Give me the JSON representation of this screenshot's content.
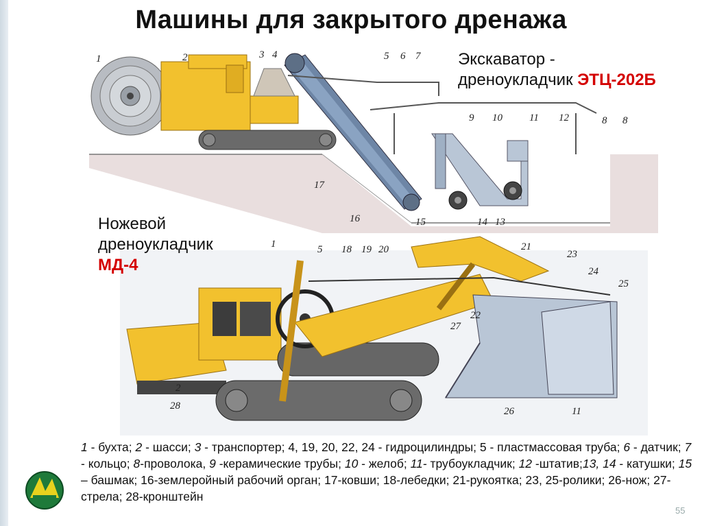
{
  "title": "Машины для закрытого дренажа",
  "caption_top": {
    "line1": "Экскаватор -",
    "line2_prefix": "дреноукладчик ",
    "model": "ЭТЦ-202Б"
  },
  "caption_mid": {
    "line1": "Ножевой",
    "line2": "дреноукладчик",
    "model": "МД-4"
  },
  "top_labels": [
    "1",
    "2",
    "3",
    "4",
    "5",
    "6",
    "7",
    "8",
    "8",
    "9",
    "10",
    "11",
    "12",
    "13",
    "14",
    "15",
    "16",
    "17"
  ],
  "bottom_labels": [
    "1",
    "5",
    "18",
    "19",
    "20",
    "21",
    "23",
    "24",
    "25",
    "22",
    "27",
    "26",
    "11",
    "2",
    "28"
  ],
  "legend": [
    {
      "num": "1",
      "text": " - бухта; "
    },
    {
      "num": "2",
      "text": " - шасси; "
    },
    {
      "num": "3",
      "text": " - транспортер; 4, 19, 20, 22, 24 - гидроцилиндры; 5 - пластмассовая труба; "
    },
    {
      "num": "6",
      "text": " - датчик; "
    },
    {
      "num": "7",
      "text": " - кольцо; "
    },
    {
      "num": "8",
      "text": "-проволока, "
    },
    {
      "num": "9",
      "text": " -керамические трубы; "
    },
    {
      "num": "10",
      "text": " - желоб; "
    },
    {
      "num": "11-",
      "text": " трубоукладчик; "
    },
    {
      "num": "12",
      "text": " -штатив;"
    },
    {
      "num": "13, 14",
      "text": " - катушки; "
    },
    {
      "num": "15",
      "text": " – башмак; 16-землеройный рабочий орган; 17-ковши; 18-лебедки; 21-рукоятка; 23, 25-ролики; 26-нож; 27-стрела; 28-кронштейн"
    }
  ],
  "page_number": "55",
  "colors": {
    "machine": "#f2c12e",
    "machine_dark": "#c8931a",
    "steel": "#b9c6d6",
    "track": "#555555",
    "ground": "#e6d7d7",
    "red": "#d40000"
  }
}
